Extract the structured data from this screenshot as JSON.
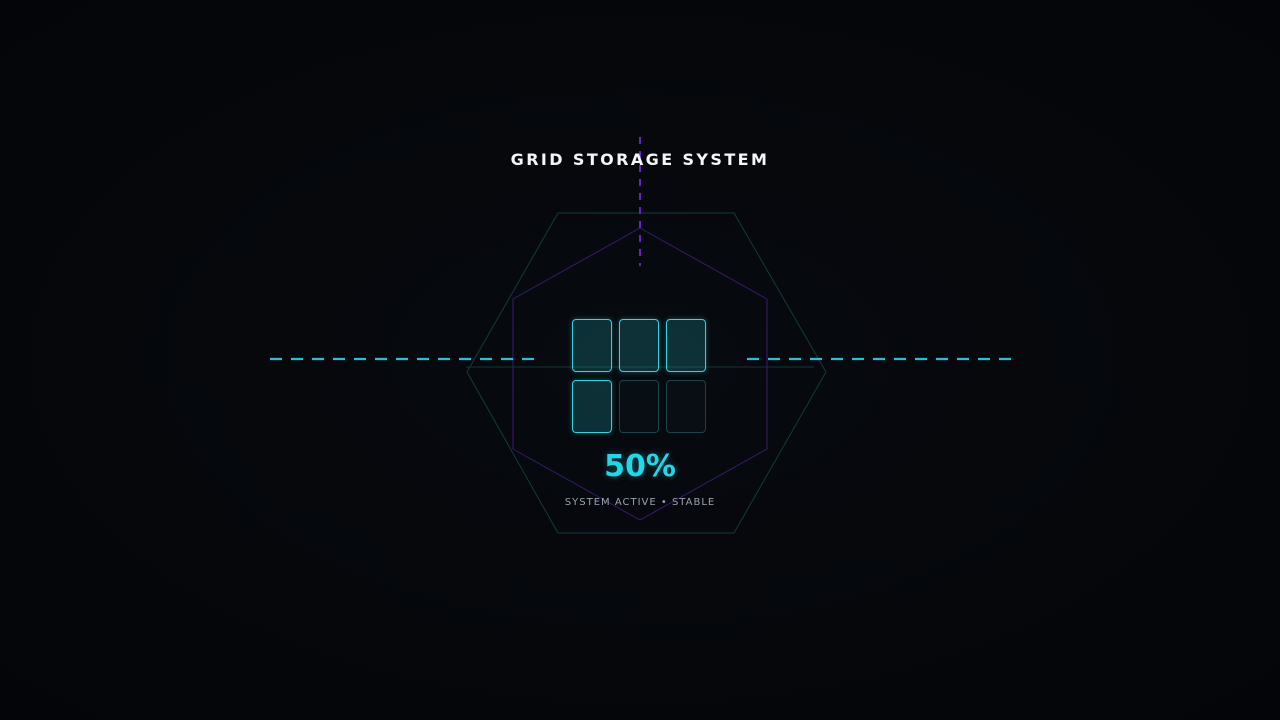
{
  "title": "GRID STORAGE SYSTEM",
  "capacity": {
    "percent_label": "50%",
    "filled_fraction": 0.5,
    "total_cells": 6,
    "filled_cells": 4
  },
  "status": {
    "text": "SYSTEM ACTIVE • STABLE"
  },
  "colors": {
    "background": "#05070b",
    "accent_cyan": "#20d8ea",
    "accent_purple": "#6a1fc7",
    "hex_outline": "#123a3e",
    "title_text": "#f4f6f8",
    "status_text": "#9aa3ad"
  },
  "cells": [
    {
      "state": "filled"
    },
    {
      "state": "filled"
    },
    {
      "state": "filled"
    },
    {
      "state": "filled"
    },
    {
      "state": "empty"
    },
    {
      "state": "empty"
    }
  ]
}
